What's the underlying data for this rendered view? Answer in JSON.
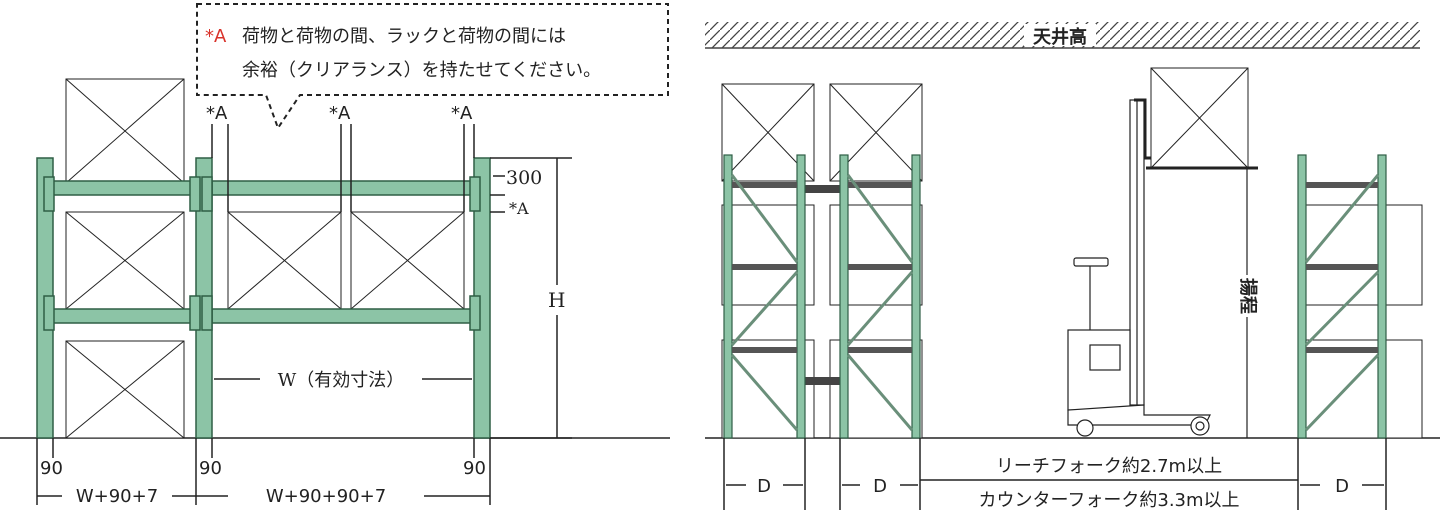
{
  "left_diagram": {
    "callout": {
      "marker": "*A",
      "line1": "荷物と荷物の間、ラックと荷物の間には",
      "line2": "余裕（クリアランス）を持たせてください。"
    },
    "clearance_marks": [
      "*A",
      "*A",
      "*A"
    ],
    "top_dimension": "300",
    "side_clearance": "*A",
    "height_label": "H",
    "width_label": "W（有効寸法）",
    "post_widths": [
      "90",
      "90",
      "90"
    ],
    "bottom_dims": [
      "W+90+7",
      "W+90+90+7"
    ]
  },
  "right_diagram": {
    "ceiling_label": "天井高",
    "lift_label": "揚程",
    "depth_labels": [
      "D",
      "D",
      "D"
    ],
    "aisle_reach": "リーチフォーク約2.7m以上",
    "aisle_counter": "カウンターフォーク約3.3m以上"
  },
  "colors": {
    "rack_green": "#8cc4a6",
    "rack_outline": "#2e5e45",
    "accent_red": "#d9332b",
    "line": "#222222"
  }
}
